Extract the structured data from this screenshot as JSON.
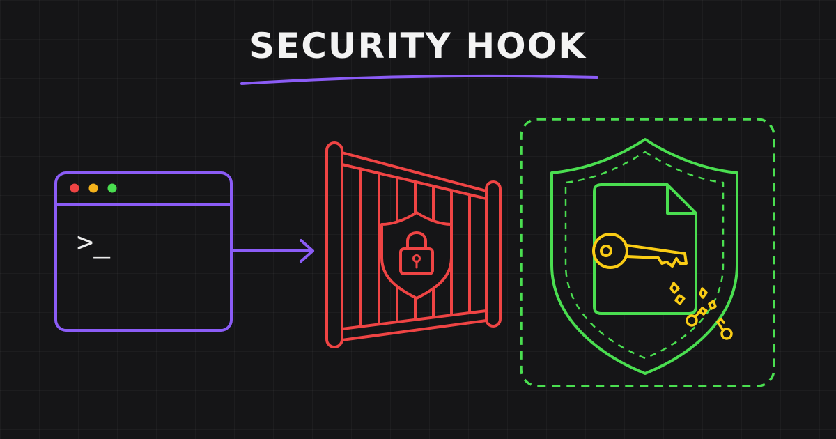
{
  "title": "SECURITY HOOK",
  "terminal": {
    "prompt": ">_",
    "window_dots": [
      "red",
      "yellow",
      "green"
    ]
  },
  "icons": {
    "terminal": "terminal-window-icon",
    "arrow": "arrow-right-icon",
    "gate": "security-gate-icon",
    "gate_badge": "padlock-shield-icon",
    "vault": "protected-secrets-icon",
    "document": "document-icon",
    "key": "key-icon",
    "broken_key": "broken-key-icon"
  },
  "colors": {
    "background": "#151517",
    "terminal": "#8b5cf6",
    "arrow": "#8b5cf6",
    "gate": "#ef4444",
    "vault": "#4ade50",
    "key": "#facc15",
    "dot_red": "#ef4444",
    "dot_yellow": "#f5b21b",
    "dot_green": "#4ade50",
    "title_text": "#f3f3f3"
  }
}
